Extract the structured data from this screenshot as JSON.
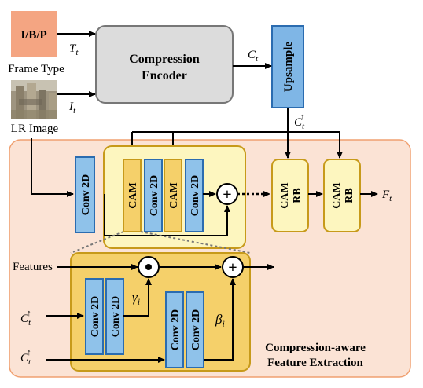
{
  "diagram": {
    "frame_type_box": "I/B/P",
    "frame_type_label": "Frame Type",
    "lr_image_label": "LR Image",
    "encoder_line1": "Compression",
    "encoder_line2": "Encoder",
    "upsample": "Upsample",
    "sym_T": "T",
    "sym_I": "I",
    "sym_C": "C",
    "sym_F": "F",
    "sub_t": "t",
    "sub_i": "i",
    "sym_gamma": "γ",
    "sym_beta": "β",
    "up_arrow": "↑",
    "conv2d": "Conv 2D",
    "cam": "CAM",
    "cam_rb_line1": "CAM",
    "cam_rb_line2": "RB",
    "plus": "+",
    "features_label": "Features",
    "section_line1": "Compression-aware",
    "section_line2": "Feature Extraction"
  },
  "colors": {
    "frame_type_fill": "#f4a582",
    "encoder_fill": "#dcdcdc",
    "upsample_fill": "#7fb6e6",
    "outer_panel_fill": "#fbe3d5",
    "outer_panel_stroke": "#f0a070",
    "yellow_fill": "#fdf6bf",
    "gold_fill": "#f5d06a",
    "gold_stroke": "#c79a1a",
    "conv_fill": "#8fc2ea",
    "conv_stroke": "#2b6cb0"
  }
}
